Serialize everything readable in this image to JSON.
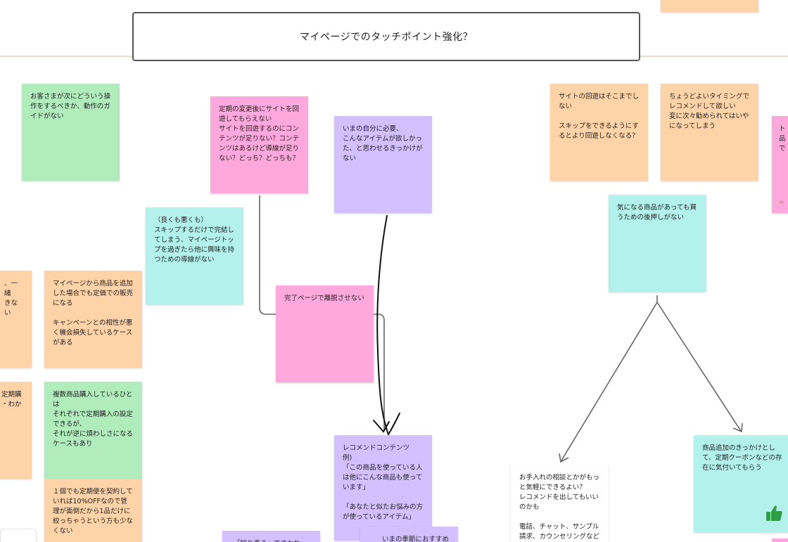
{
  "board": {
    "title": "マイページでのタッチポイント強化？"
  },
  "notes": {
    "top_right_partial": "",
    "green_next_action": "お客さまが次にどういう操作をするべきか、動作のガイドがない",
    "pink_site_loop": "定期の変更後にサイトを回遊してもらえない\nサイトを回遊するのにコンテンツが足りない？コンテンツはあるけど導線が足りない？どっち？どっちも？",
    "purple_want_items": "いまの自分に必要、\nこんなアイテムが欲しかった、と思わせるきっかけがない",
    "orange_site_loop_weak": "サイトの回遊はそこまでしない\n\nスキップをできるようにするとより回遊しなくなる？",
    "orange_timing_recommend": "ちょうどよいタイミングでレコメンドして欲しい\n変に次々勧められてはいやになってしまう",
    "pink_right_partial": "ト\n品\nで",
    "pink_right_partial_small": "小",
    "teal_skip": "（良くも悪くも）\nスキップするだけで完結してしまう、マイページトップを過ぎたら他に興味を持つための導線がない",
    "teal_no_push": "気になる商品があっても買うための後押しがない",
    "orange_left_partial_1": "、一緒\nきない",
    "orange_add_product_price": "マイページから商品を追加した場合でも定価での販売になる\n\nキャンペーンとの相性が悪く機会損失しているケースがある",
    "pink_complete_page": "完了ページで離脱させない",
    "orange_left_partial_2": "定期購\n・わか",
    "green_multi_products": "複数商品購入しているひとは\nそれぞれで定期購入の設定できるが、\nそれが逆に煩わしさになるケースもあり",
    "orange_one_item": "１個でも定期便を契約していれば10%OFFなので管理が面倒だから1品だけに絞っちゃうという方も少なくない",
    "purple_recommend_content": "レコメンドコンテンツ\n例)\n「この商品を使っている人は他にこんな商品も使っています」\n\n「あなたと似たお悩みの方が使っているアイテム」",
    "purple_season": "　　いまの季節におすすめの",
    "purple_bottom_left": "「知り売る」ですかね「リ",
    "white_consult": "お手入れの相談とかがもっと気軽にできるよい？\nレコメンドを出してもいいのかも\n\n電話、チャット、サンプル請求、カウンセリングなど",
    "teal_coupon": "商品追加のきっかけとして、定期クーポンなどの存在に気付いてもらう"
  },
  "colors": {
    "orange": "#ffd3a8",
    "green": "#b1ecbd",
    "pink": "#ffa8dd",
    "purple": "#d4bfff",
    "teal": "#b3f2ec",
    "connector": "#666666",
    "thumb": "#2e9e47"
  },
  "icons": {
    "reaction": "thumbs-up-icon"
  }
}
